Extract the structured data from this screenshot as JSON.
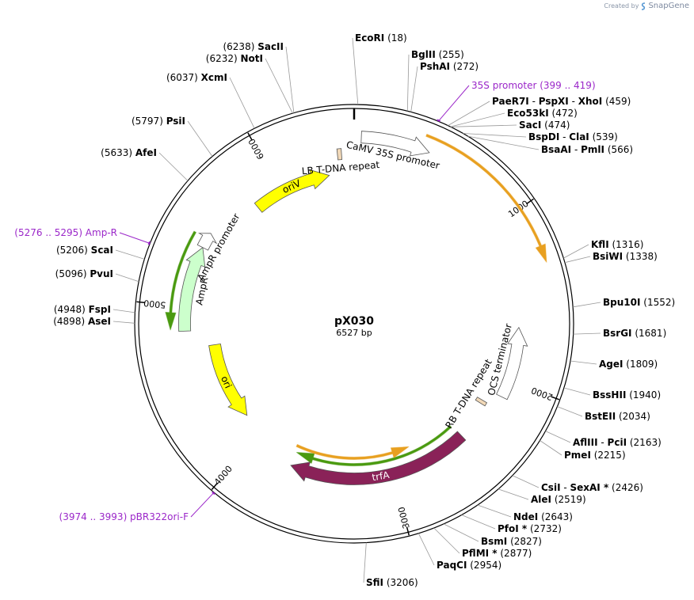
{
  "brand": {
    "prefix": "Created by",
    "name": "SnapGene"
  },
  "plasmid": {
    "name": "pX030",
    "size_label": "6527 bp",
    "length": 6527
  },
  "ticks": [
    {
      "pos": 1000,
      "label": "1000"
    },
    {
      "pos": 2000,
      "label": "2000"
    },
    {
      "pos": 3000,
      "label": "3000"
    },
    {
      "pos": 4000,
      "label": "4000"
    },
    {
      "pos": 5000,
      "label": "5000"
    },
    {
      "pos": 6000,
      "label": "6000"
    }
  ],
  "sites": [
    {
      "name": "EcoRI",
      "pos": "(18)",
      "anchor": 18
    },
    {
      "name": "BglII",
      "pos": "(255)",
      "anchor": 255
    },
    {
      "name": "PshAI",
      "pos": "(272)",
      "anchor": 272
    },
    {
      "name": "PaeR7I",
      "name2": "PspXI",
      "name3": "XhoI",
      "pos": "(459)",
      "anchor": 459
    },
    {
      "name": "Eco53kI",
      "pos": "(472)",
      "anchor": 472
    },
    {
      "name": "SacI",
      "pos": "(474)",
      "anchor": 474
    },
    {
      "name": "BspDI",
      "name2": "ClaI",
      "pos": "(539)",
      "anchor": 539
    },
    {
      "name": "BsaAI",
      "name2": "PmlI",
      "pos": "(566)",
      "anchor": 566
    },
    {
      "name": "KflI",
      "pos": "(1316)",
      "anchor": 1316
    },
    {
      "name": "BsiWI",
      "pos": "(1338)",
      "anchor": 1338
    },
    {
      "name": "Bpu10I",
      "pos": "(1552)",
      "anchor": 1552
    },
    {
      "name": "BsrGI",
      "pos": "(1681)",
      "anchor": 1681
    },
    {
      "name": "AgeI",
      "pos": "(1809)",
      "anchor": 1809
    },
    {
      "name": "BssHII",
      "pos": "(1940)",
      "anchor": 1940
    },
    {
      "name": "BstEII",
      "pos": "(2034)",
      "anchor": 2034
    },
    {
      "name": "AflIII",
      "name2": "PciI",
      "pos": "(2163)",
      "anchor": 2163
    },
    {
      "name": "PmeI",
      "pos": "(2215)",
      "anchor": 2215
    },
    {
      "name": "CsiI",
      "name2": "SexAI *",
      "pos": "(2426)",
      "anchor": 2426
    },
    {
      "name": "AleI",
      "pos": "(2519)",
      "anchor": 2519
    },
    {
      "name": "NdeI",
      "pos": "(2643)",
      "anchor": 2643
    },
    {
      "name": "PfoI *",
      "pos": "(2732)",
      "anchor": 2732
    },
    {
      "name": "BsmI",
      "pos": "(2827)",
      "anchor": 2827
    },
    {
      "name": "PflMI *",
      "pos": "(2877)",
      "anchor": 2877
    },
    {
      "name": "PaqCI",
      "pos": "(2954)",
      "anchor": 2954
    },
    {
      "name": "SfiI",
      "pos": "(3206)",
      "anchor": 3206
    },
    {
      "name": "AseI",
      "pos": "(4898)",
      "anchor": 4898
    },
    {
      "name": "FspI",
      "pos": "(4948)",
      "anchor": 4948
    },
    {
      "name": "PvuI",
      "pos": "(5096)",
      "anchor": 5096
    },
    {
      "name": "ScaI",
      "pos": "(5206)",
      "anchor": 5206
    },
    {
      "name": "AfeI",
      "pos": "(5633)",
      "anchor": 5633
    },
    {
      "name": "PsiI",
      "pos": "(5797)",
      "anchor": 5797
    },
    {
      "name": "XcmI",
      "pos": "(6037)",
      "anchor": 6037
    },
    {
      "name": "NotI",
      "pos": "(6232)",
      "anchor": 6232
    },
    {
      "name": "SacII",
      "pos": "(6238)",
      "anchor": 6238
    }
  ],
  "primers": [
    {
      "name": "35S promoter",
      "range": "(399 .. 419)",
      "anchor": 409
    },
    {
      "name": "Amp-R",
      "range": "(5276 .. 5295)",
      "anchor": 5285
    },
    {
      "name": "pBR322ori-F",
      "range": "(3974 .. 3993)",
      "anchor": 3983
    }
  ],
  "features": [
    {
      "name": "CaMV 35S promoter",
      "start": 40,
      "end": 430,
      "color": "#ffffff",
      "strand": 1
    },
    {
      "name": "OCS terminator",
      "start": 1655,
      "end": 2110,
      "color": "#ffffff",
      "strand": -1
    },
    {
      "name": "RB T-DNA repeat",
      "start": 2190,
      "end": 2215,
      "color": "#f2d9b8",
      "strand": 0
    },
    {
      "name": "trfA",
      "start": 2470,
      "end": 3700,
      "color": "#8a2258",
      "strand": 1
    },
    {
      "name": "ori",
      "start": 4160,
      "end": 4740,
      "color": "#ffff00",
      "strand": -1
    },
    {
      "name": "AmpR",
      "start": 4850,
      "end": 5380,
      "color": "#ccffcc",
      "strand": 1
    },
    {
      "name": "AmpR promoter",
      "start": 5380,
      "end": 5480,
      "color": "#ffffff",
      "strand": 1
    },
    {
      "name": "oriV",
      "start": 5810,
      "end": 6355,
      "color": "#ffff00",
      "strand": 1
    },
    {
      "name": "LB T-DNA repeat",
      "start": 6425,
      "end": 6450,
      "color": "#f2d9b8",
      "strand": 0
    }
  ],
  "orfs": [
    {
      "start": 380,
      "end": 1310,
      "color": "#e8a020",
      "strand": 1
    },
    {
      "start": 2480,
      "end": 3700,
      "color": "#4a9a10",
      "strand": 1
    },
    {
      "start": 2830,
      "end": 3720,
      "color": "#e8a020",
      "strand": -1
    },
    {
      "start": 4860,
      "end": 5440,
      "color": "#4a9a10",
      "strand": -1
    }
  ]
}
